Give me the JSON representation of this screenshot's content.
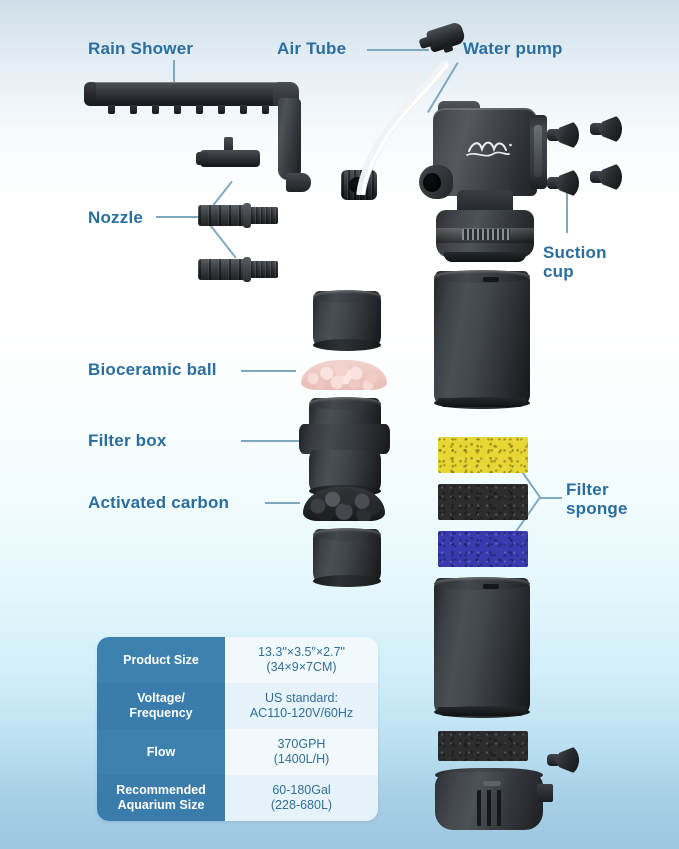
{
  "labels": {
    "rain_shower": "Rain Shower",
    "air_tube": "Air Tube",
    "water_pump": "Water pump",
    "suction_cup": "Suction\ncup",
    "nozzle": "Nozzle",
    "bioceramic_ball": "Bioceramic ball",
    "filter_box": "Filter box",
    "activated_carbon": "Activated carbon",
    "filter_sponge": "Filter\nsponge"
  },
  "colors": {
    "label_blue": "#2b6e9e",
    "leader_line": "#7fa8c0",
    "table_key_dark": "#3a7cab",
    "table_key_light": "#3d82af",
    "table_val_light": "#f2f9fd",
    "table_val_alt": "#e7f3fb",
    "table_value_text": "#2f6f96",
    "sponge_yellow": "#e8d632",
    "sponge_black": "#2a2a2a",
    "sponge_blue": "#3a3ab0",
    "bioceramic_pink": "#f3d3ce",
    "background_top": "#cfdfe9",
    "background_bottom": "#9ec7e0"
  },
  "spec_table": {
    "rows": [
      {
        "key": "Product Size",
        "value": "13.3\"×3.5\"×2.7\"\n(34×9×7CM)"
      },
      {
        "key": "Voltage/\nFrequency",
        "value": "US standard:\nAC110-120V/60Hz"
      },
      {
        "key": "Flow",
        "value": "370GPH\n(1400L/H)"
      },
      {
        "key": "Recommended\nAquarium Size",
        "value": "60-180Gal\n(228-680L)"
      }
    ]
  },
  "parts": {
    "sponges": [
      {
        "name": "coarse-sponge-yellow",
        "color": "#e8d632"
      },
      {
        "name": "fine-sponge-black",
        "color": "#2d2d2d"
      },
      {
        "name": "bio-sponge-blue",
        "color": "#3a3ab0"
      },
      {
        "name": "bottom-sponge-black",
        "color": "#2d2d2d"
      }
    ],
    "suction_cup_count": 4,
    "nozzle_count": 2
  }
}
